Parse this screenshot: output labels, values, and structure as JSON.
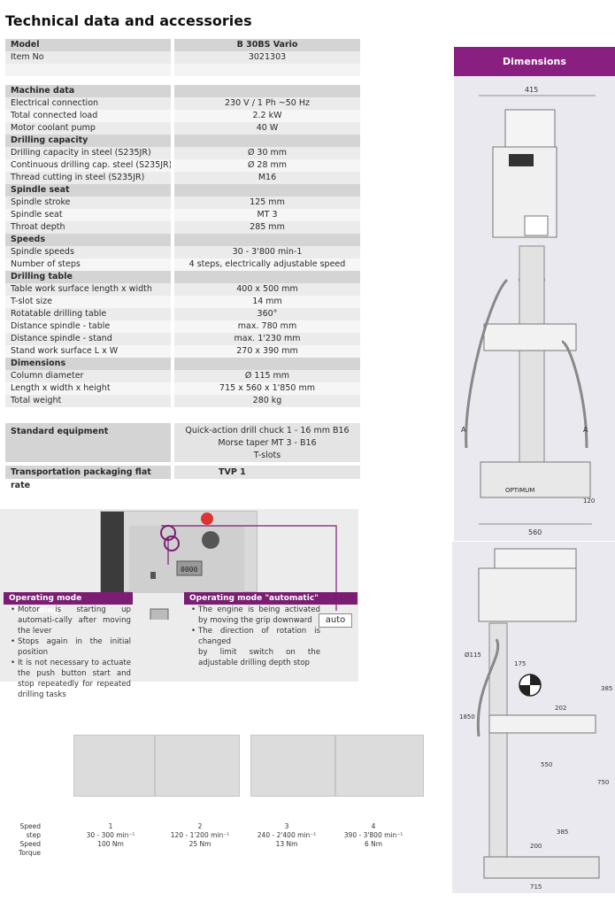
{
  "title": "Technical data and accessories",
  "specs": [
    {
      "type": "head",
      "label": "Model",
      "value": "B 30BS Vario"
    },
    {
      "type": "alt",
      "label": "Item No",
      "value": "3021303"
    },
    {
      "type": "blank",
      "label": "",
      "value": ""
    },
    {
      "type": "spacer",
      "label": "",
      "value": ""
    },
    {
      "type": "head",
      "label": "Machine data",
      "value": ""
    },
    {
      "type": "alt",
      "label": "Electrical connection",
      "value": "230 V / 1 Ph ~50 Hz"
    },
    {
      "type": "plain",
      "label": "Total connected load",
      "value": "2.2 kW"
    },
    {
      "type": "alt",
      "label": "Motor coolant pump",
      "value": "40 W"
    },
    {
      "type": "head",
      "label": "Drilling capacity",
      "value": ""
    },
    {
      "type": "alt",
      "label": "Drilling capacity in steel (S235JR)",
      "value": "Ø 30 mm"
    },
    {
      "type": "plain",
      "label": "Continuous drilling cap. steel (S235JR)",
      "value": "Ø 28 mm"
    },
    {
      "type": "alt",
      "label": "Thread cutting in steel (S235JR)",
      "value": "M16"
    },
    {
      "type": "head",
      "label": "Spindle seat",
      "value": ""
    },
    {
      "type": "alt",
      "label": "Spindle stroke",
      "value": "125 mm"
    },
    {
      "type": "plain",
      "label": "Spindle seat",
      "value": "MT 3"
    },
    {
      "type": "alt",
      "label": "Throat depth",
      "value": "285 mm"
    },
    {
      "type": "head",
      "label": "Speeds",
      "value": ""
    },
    {
      "type": "alt",
      "label": "Spindle speeds",
      "value": "30 - 3'800 min-1"
    },
    {
      "type": "plain",
      "label": "Number of steps",
      "value": "4 steps, electrically adjustable speed"
    },
    {
      "type": "head",
      "label": "Drilling table",
      "value": ""
    },
    {
      "type": "alt",
      "label": "Table work surface length x width",
      "value": "400 x 500 mm"
    },
    {
      "type": "plain",
      "label": "T-slot size",
      "value": "14 mm"
    },
    {
      "type": "alt",
      "label": "Rotatable drilling table",
      "value": "360°"
    },
    {
      "type": "plain",
      "label": "Distance spindle - table",
      "value": "max. 780 mm"
    },
    {
      "type": "alt",
      "label": "Distance spindle - stand",
      "value": "max. 1'230 mm"
    },
    {
      "type": "plain",
      "label": "Stand work surface L x W",
      "value": "270 x 390 mm"
    },
    {
      "type": "head",
      "label": "Dimensions",
      "value": ""
    },
    {
      "type": "alt",
      "label": "Column diameter",
      "value": "Ø 115 mm"
    },
    {
      "type": "plain",
      "label": "Length x width x height",
      "value": "715 x 560 x 1'850 mm"
    },
    {
      "type": "alt",
      "label": "Total weight",
      "value": "280 kg"
    }
  ],
  "standard": {
    "label": "Standard equipment",
    "lines": [
      "Quick-action drill chuck 1 - 16 mm B16",
      "Morse taper MT 3 - B16",
      "T-slots"
    ]
  },
  "transport": {
    "label": "Transportation packaging flat rate",
    "value": "TVP 1"
  },
  "dimensions": {
    "heading": "Dimensions",
    "top": {
      "width": "415",
      "base_width": "560",
      "base_height": "120",
      "brand": "OPTIMUM",
      "section": "A"
    },
    "side": {
      "column": "Ø115",
      "a": "175",
      "b": "202",
      "c": "385",
      "d": "550",
      "e": "750",
      "f": "385",
      "g": "715",
      "h": "1850",
      "i": "200"
    }
  },
  "modes": {
    "threading": {
      "title": "Operating mode \"Threading\"",
      "items": [
        "Motor is starting up automati-cally after moving the lever",
        "Stops again in the initial position",
        "It is not necessary to actuate the push button start and stop repeatedly for repeated drilling tasks"
      ]
    },
    "automatic": {
      "title": "Operating mode \"automatic\"",
      "items": [
        "The engine is being activated by moving the grip downward",
        "The direction of rotation is changed",
        "by limit switch on the adjustable drilling depth stop"
      ],
      "badge": "auto"
    },
    "display": "0000"
  },
  "speeds": {
    "labels": [
      "Speed step",
      "Speed",
      "Torque"
    ],
    "steps": [
      {
        "step": "1",
        "speed": "30 - 300 min⁻¹",
        "torque": "100 Nm"
      },
      {
        "step": "2",
        "speed": "120 - 1'200 min⁻¹",
        "torque": "25 Nm"
      },
      {
        "step": "3",
        "speed": "240 - 2'400 min⁻¹",
        "torque": "13 Nm"
      },
      {
        "step": "4",
        "speed": "390 - 3'800 min⁻¹",
        "torque": "6 Nm"
      }
    ]
  }
}
